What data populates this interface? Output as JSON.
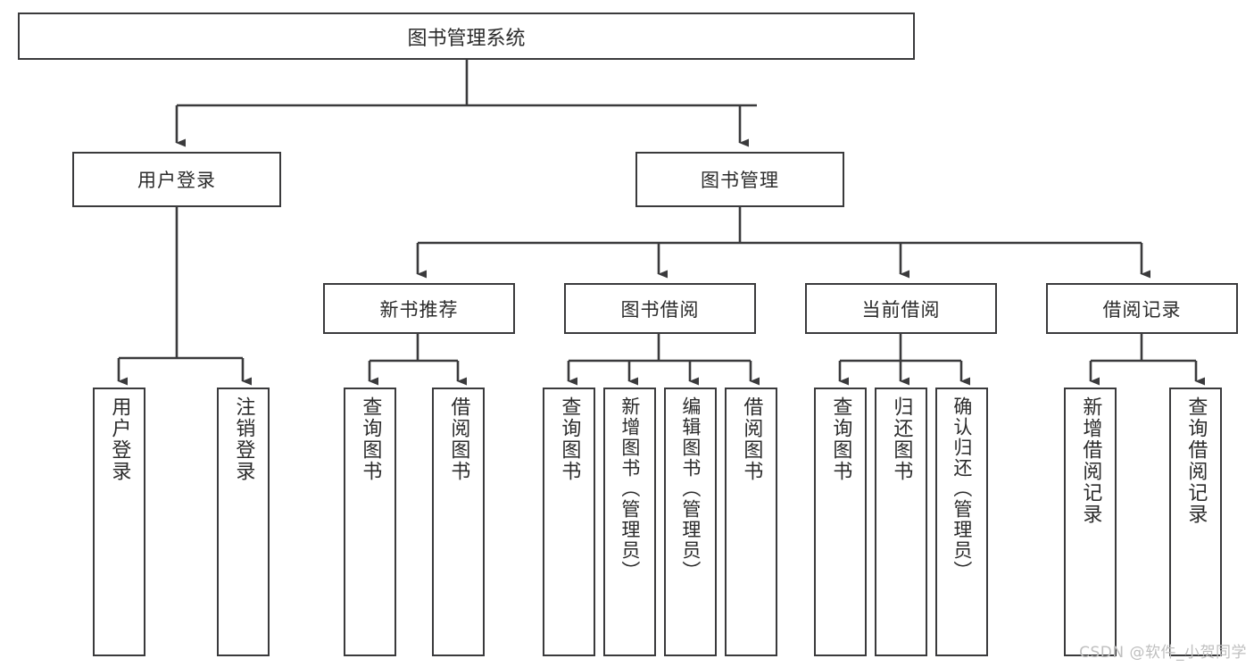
{
  "diagram": {
    "title": "图书管理系统",
    "watermark": "CSDN @软件_小贺同学",
    "colors": {
      "stroke": "#3a3a3c",
      "text": "#2b2b2b",
      "background": "#ffffff",
      "watermark": "#bfbfbf"
    },
    "root": {
      "label": "图书管理系统"
    },
    "level2": [
      {
        "label": "用户登录"
      },
      {
        "label": "图书管理"
      }
    ],
    "level3": [
      {
        "label": "新书推荐"
      },
      {
        "label": "图书借阅"
      },
      {
        "label": "当前借阅"
      },
      {
        "label": "借阅记录"
      }
    ],
    "leaves": [
      {
        "label": "用户登录",
        "parent": "用户登录"
      },
      {
        "label": "注销登录",
        "parent": "用户登录"
      },
      {
        "label": "查询图书",
        "parent": "新书推荐"
      },
      {
        "label": "借阅图书",
        "parent": "新书推荐"
      },
      {
        "label": "查询图书",
        "parent": "图书借阅"
      },
      {
        "label": "新增图书（管理员）",
        "parent": "图书借阅"
      },
      {
        "label": "编辑图书（管理员）",
        "parent": "图书借阅"
      },
      {
        "label": "借阅图书",
        "parent": "图书借阅"
      },
      {
        "label": "查询图书",
        "parent": "当前借阅"
      },
      {
        "label": "归还图书",
        "parent": "当前借阅"
      },
      {
        "label": "确认归还（管理员）",
        "parent": "当前借阅"
      },
      {
        "label": "新增借阅记录",
        "parent": "借阅记录"
      },
      {
        "label": "查询借阅记录",
        "parent": "借阅记录"
      }
    ]
  }
}
